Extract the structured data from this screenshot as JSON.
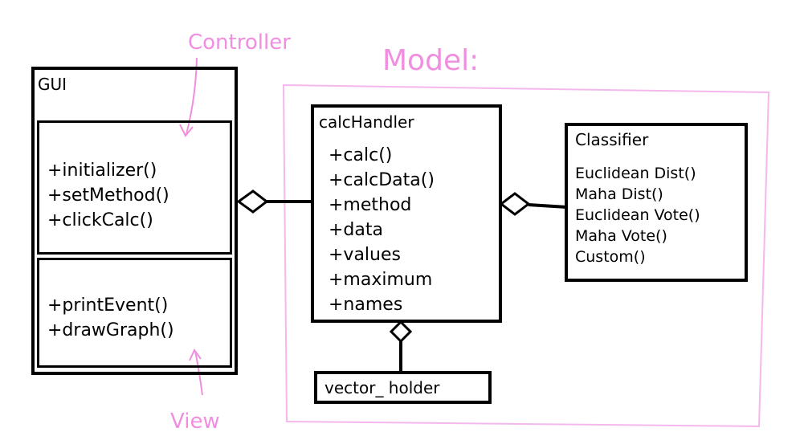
{
  "annotations": {
    "controller": "Controller",
    "model": "Model:",
    "view": "View"
  },
  "gui": {
    "title": "GUI",
    "controller_methods": [
      "+initializer()",
      "+setMethod()",
      "+clickCalc()"
    ],
    "view_methods": [
      "+printEvent()",
      "+drawGraph()"
    ]
  },
  "calc_handler": {
    "title": "calcHandler",
    "members": [
      "+calc()",
      "+calcData()",
      "+method",
      "+data",
      "+values",
      "+maximum",
      "+names"
    ]
  },
  "classifier": {
    "title": "Classifier",
    "members": [
      "Euclidean Dist()",
      "Maha Dist()",
      "Euclidean Vote()",
      "Maha Vote()",
      "Custom()"
    ]
  },
  "vector_holder": {
    "title": "vector_ holder"
  },
  "colors": {
    "annotation": "#f08ee0",
    "line": "#000000"
  }
}
